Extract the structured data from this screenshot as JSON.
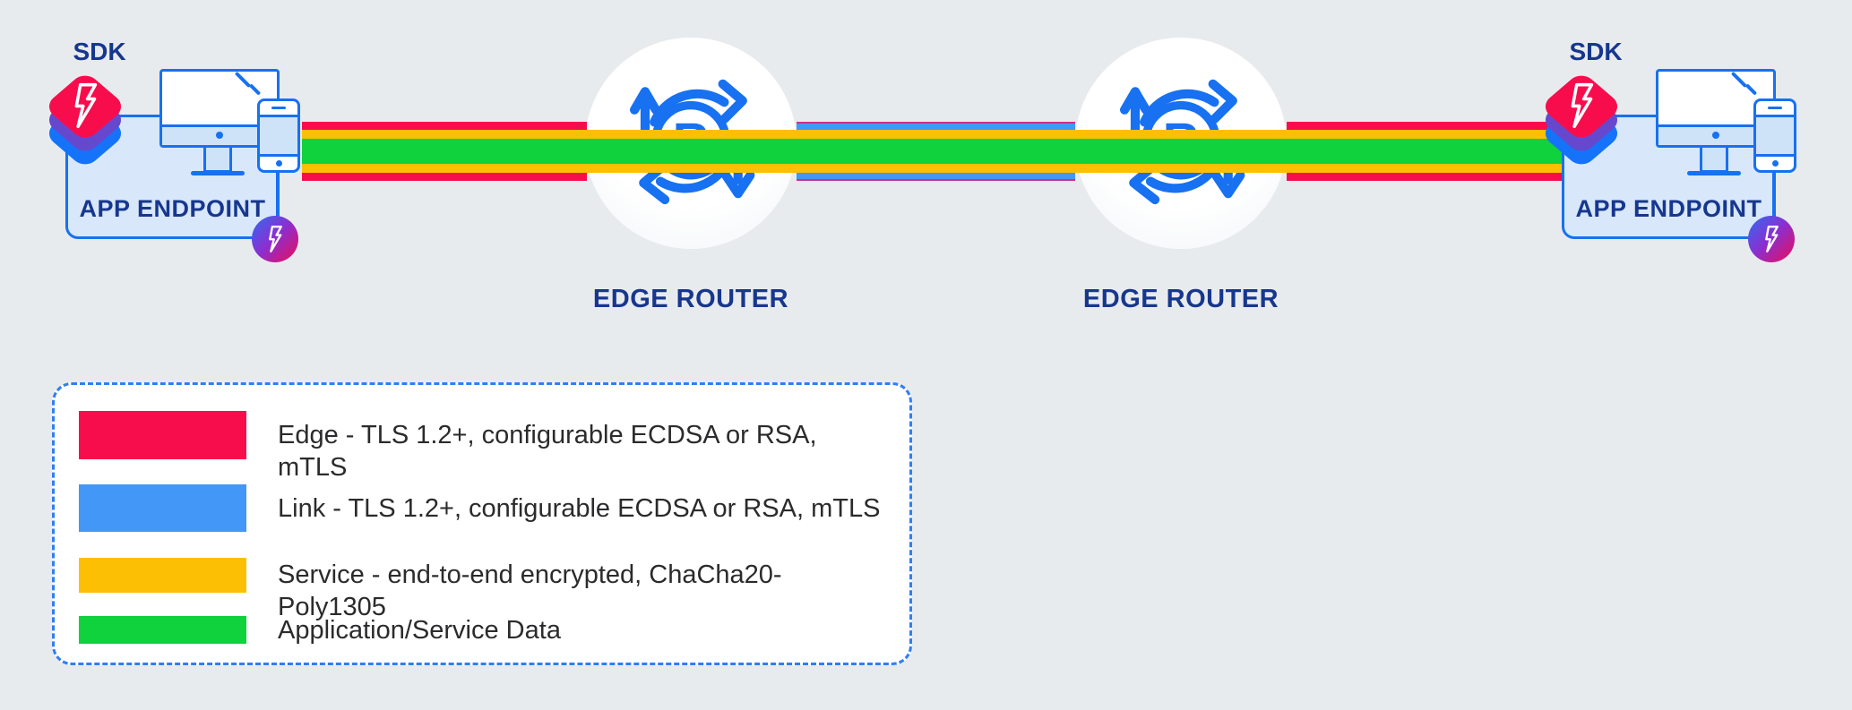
{
  "colors": {
    "background": "#e8ebee",
    "edge_red": "#f80d4c",
    "link_blue": "#4397f6",
    "service_yellow": "#fcbf04",
    "data_green": "#0fd23c",
    "outline_blue": "#1771f1",
    "navy_text": "#17378e",
    "legend_border_blue": "#2f7ff2",
    "legend_text": "#2b2b2d",
    "sdk_purple": "#6648ce",
    "sdk_blue": "#1573fa"
  },
  "endpoints": {
    "left": {
      "sdk_label": "SDK",
      "label": "APP ENDPOINT"
    },
    "right": {
      "sdk_label": "SDK",
      "label": "APP ENDPOINT"
    }
  },
  "routers": {
    "left": {
      "label": "EDGE ROUTER",
      "icon_letter": "R"
    },
    "right": {
      "label": "EDGE ROUTER",
      "icon_letter": "R"
    }
  },
  "legend": {
    "items": [
      {
        "color": "#f80d4c",
        "label": "Edge - TLS 1.2+, configurable ECDSA or RSA, mTLS"
      },
      {
        "color": "#4397f6",
        "label": "Link - TLS 1.2+, configurable ECDSA or RSA, mTLS"
      },
      {
        "color": "#fcbf04",
        "label": "Service - end-to-end encrypted, ChaCha20-Poly1305"
      },
      {
        "color": "#0fd23c",
        "label": "Application/Service Data"
      }
    ]
  }
}
